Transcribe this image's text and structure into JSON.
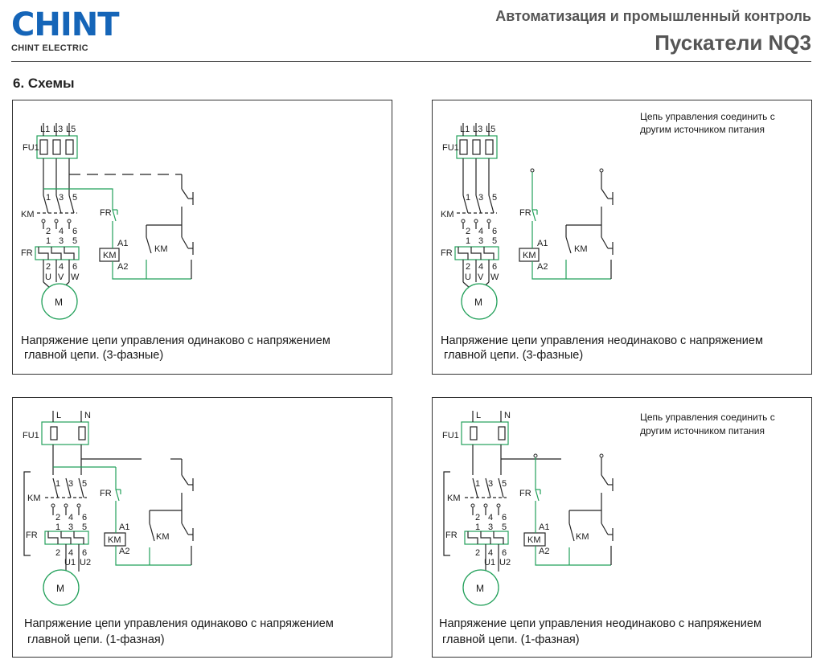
{
  "header": {
    "logo_text": "CHINT",
    "logo_subtitle": "CHINT ELECTRIC",
    "category": "Автоматизация и промышленный контроль",
    "product": "Пускатели NQ3"
  },
  "section_title": "6. Схемы",
  "labels": {
    "L1": "L1",
    "L3": "L3",
    "L5": "L5",
    "L": "L",
    "N": "N",
    "FU1": "FU1",
    "KM": "KM",
    "FR": "FR",
    "A1": "A1",
    "A2": "A2",
    "n1": "1",
    "n2": "2",
    "n3": "3",
    "n4": "4",
    "n5": "5",
    "n6": "6",
    "U": "U",
    "V": "V",
    "W": "W",
    "U1": "U1",
    "U2": "U2",
    "M": "M"
  },
  "panels": [
    {
      "id": "tl",
      "phase": "3",
      "separate": false,
      "caption_line1": "Напряжение цепи управления одинаково с напряжением",
      "caption_line2": " главной цепи. (3-фазные)"
    },
    {
      "id": "tr",
      "phase": "3",
      "separate": true,
      "note_line1": "Цепь управления соединить с",
      "note_line2": "другим источником питания",
      "caption_line1": "Напряжение цепи управления неодинаково с напряжением",
      "caption_line2": " главной цепи. (3-фазные)"
    },
    {
      "id": "bl",
      "phase": "1",
      "separate": false,
      "caption_line1": "Напряжение цепи управления одинаково с напряжением",
      "caption_line2": " главной цепи. (1-фазная)"
    },
    {
      "id": "br",
      "phase": "1",
      "separate": true,
      "note_line1": "Цепь управления соединить с",
      "note_line2": "другим источником питания",
      "caption_line1": "Напряжение цепи управления неодинаково с напряжением",
      "caption_line2": " главной цепи. (1-фазная)"
    }
  ],
  "colors": {
    "wire_black": "#222222",
    "wire_green": "#22a05a",
    "logo_blue": "#1565b8"
  }
}
